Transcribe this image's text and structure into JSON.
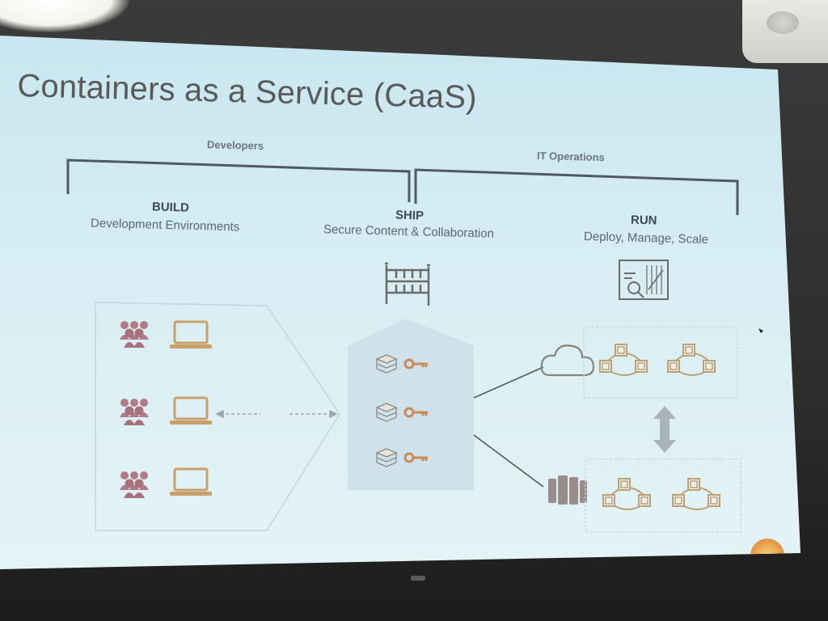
{
  "slide": {
    "title": "Containers as a Service (CaaS)",
    "groups": {
      "left": "Developers",
      "right": "IT Operations"
    },
    "stages": [
      {
        "heading": "BUILD",
        "description": "Development Environments"
      },
      {
        "heading": "SHIP",
        "description": "Secure Content & Collaboration"
      },
      {
        "heading": "RUN",
        "description": "Deploy, Manage, Scale"
      }
    ]
  },
  "icons": {
    "build_rows": [
      "users-icon",
      "laptop-icon"
    ],
    "ship_rows": [
      "image-stack-icon",
      "key-icon"
    ],
    "run_targets": [
      "cloud-icon",
      "server-rack-icon"
    ],
    "clusters": "container-cluster-icon"
  },
  "colors": {
    "slide_bg": "#d8eef4",
    "users": "#b07a86",
    "laptop": "#c9a06a",
    "lines": "#4e5a62",
    "ship_panel": "#cfe1ea",
    "key": "#c98a55"
  }
}
